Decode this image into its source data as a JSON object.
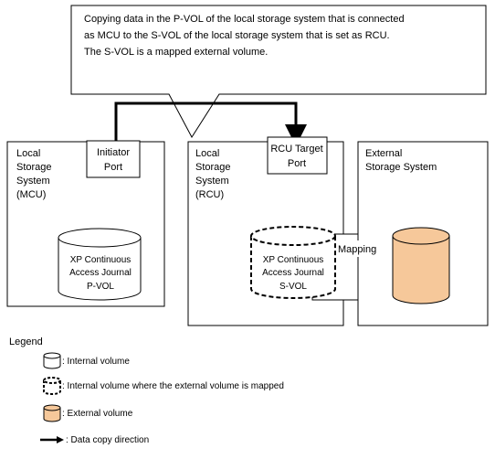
{
  "callout": {
    "lines": [
      "Copying data in the P-VOL of the local storage system that is connected",
      "as MCU to the S-VOL of the local storage system that is set as RCU.",
      "The S-VOL is a mapped external volume."
    ]
  },
  "mcu": {
    "label_lines": [
      "Local",
      "Storage",
      "System",
      "(MCU)"
    ],
    "port_lines": [
      "Initiator",
      "Port"
    ],
    "volume_lines": [
      "XP Continuous",
      "Access Journal",
      "P-VOL"
    ]
  },
  "rcu": {
    "label_lines": [
      "Local",
      "Storage",
      "System",
      "(RCU)"
    ],
    "port_lines": [
      "RCU Target",
      "Port"
    ],
    "volume_lines": [
      "XP Continuous",
      "Access Journal",
      "S-VOL"
    ]
  },
  "external": {
    "label_lines": [
      "External",
      "Storage System"
    ]
  },
  "mapping_label": "Mapping",
  "legend": {
    "title": "Legend",
    "items": [
      ": Internal volume",
      ": Internal volume where the external volume is mapped",
      ": External volume",
      ": Data copy direction"
    ]
  },
  "colors": {
    "external_volume_fill": "#f6c89a",
    "line": "#000000"
  }
}
